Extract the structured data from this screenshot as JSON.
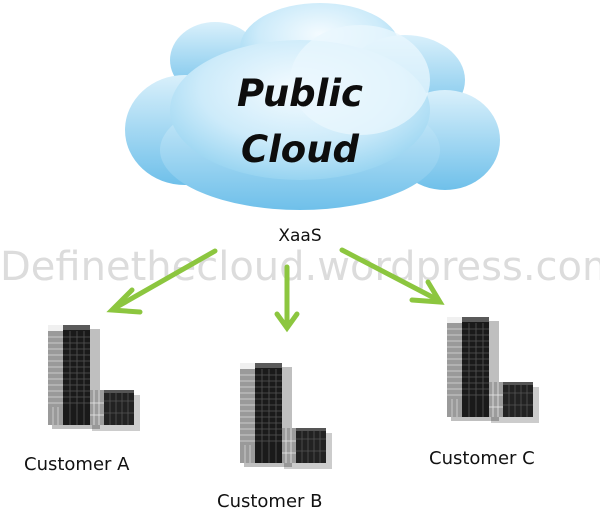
{
  "cloud": {
    "title_line1": "Public",
    "title_line2": "Cloud",
    "color_light": "#e6f6fd",
    "color_mid": "#bfe6f8",
    "color_dark": "#7fc9ef"
  },
  "service_label": "XaaS",
  "watermark": "Definethecloud.wordpress.com",
  "arrow_color": "#8cc63f",
  "customers": [
    {
      "label": "Customer A"
    },
    {
      "label": "Customer B"
    },
    {
      "label": "Customer C"
    }
  ]
}
